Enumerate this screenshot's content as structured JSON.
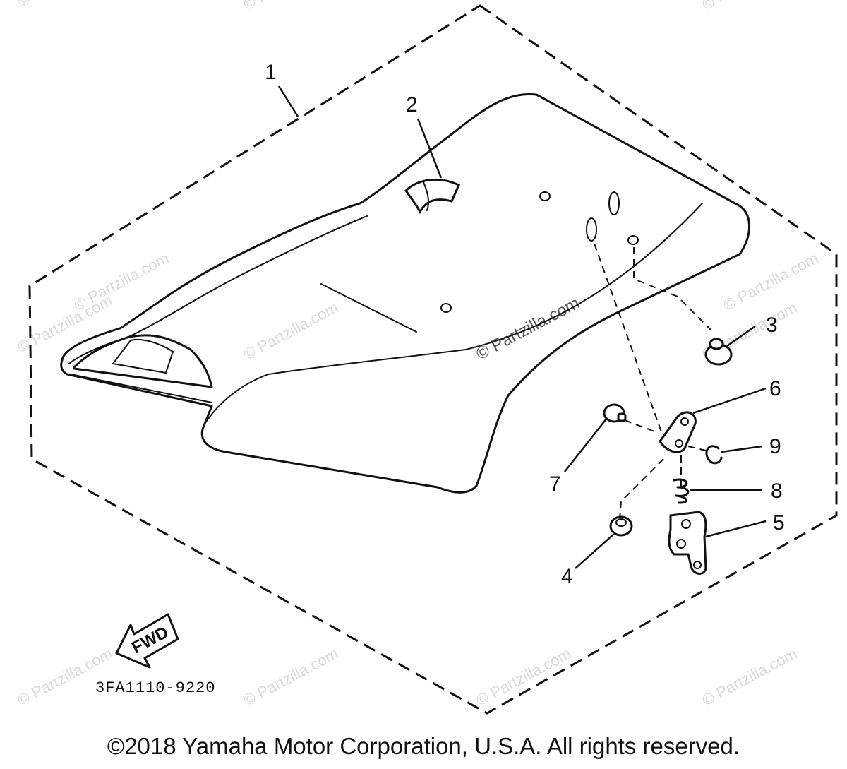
{
  "callouts": {
    "c1": "1",
    "c2": "2",
    "c3": "3",
    "c4": "4",
    "c5": "5",
    "c6": "6",
    "c7": "7",
    "c8": "8",
    "c9": "9"
  },
  "direction_label": "FWD",
  "diagram_code": "3FA1110-9220",
  "watermark": "© Partzilla.com",
  "copyright": "©2018 Yamaha Motor Corporation, U.S.A. All rights reserved."
}
